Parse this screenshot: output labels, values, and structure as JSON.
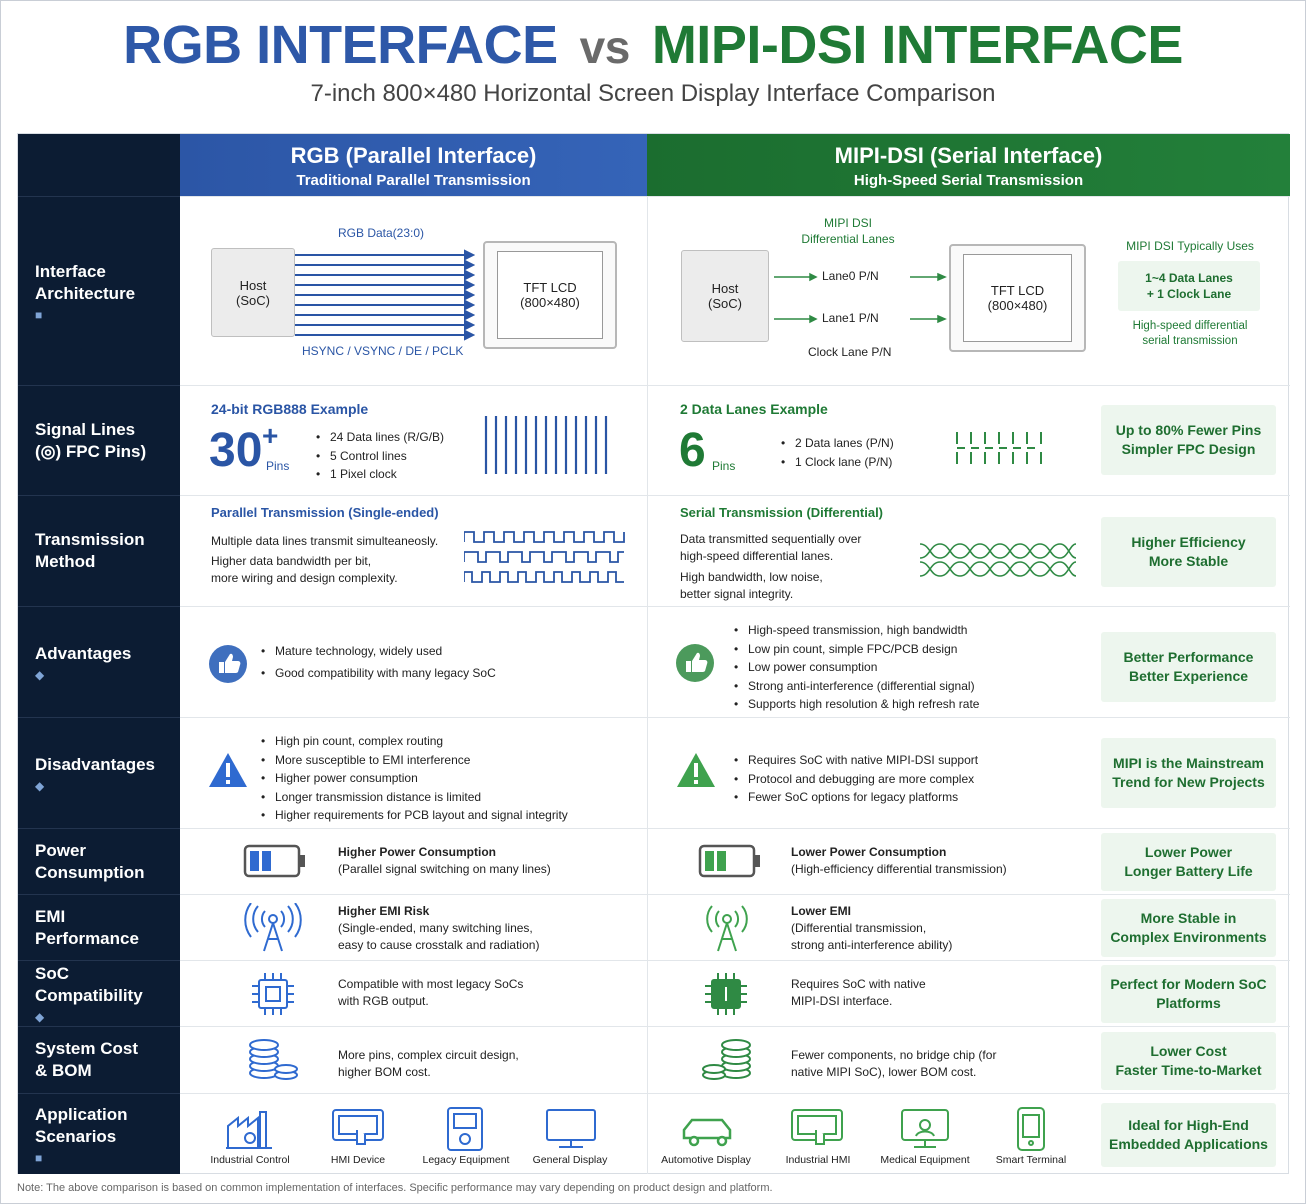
{
  "title": {
    "rgb": "RGB INTERFACE",
    "vs": "vs",
    "mipi": "MIPI-DSI INTERFACE"
  },
  "subtitle": "7-inch 800×480 Horizontal Screen Display Interface Comparison",
  "columns": {
    "rgb": {
      "title": "RGB (Parallel Interface)",
      "subtitle": "Traditional Parallel Transmission"
    },
    "mipi": {
      "title": "MIPI-DSI (Serial Interface)",
      "subtitle": "High-Speed Serial Transmission"
    }
  },
  "rows": {
    "architecture": {
      "label_l1": "Interface",
      "label_l2": "Architecture",
      "rgb": {
        "data_label": "RGB Data(23:0)",
        "host_l1": "Host",
        "host_l2": "(SoC)",
        "lcd_l1": "TFT LCD",
        "lcd_l2": "(800×480)",
        "ctrl_label": "HSYNC / VSYNC / DE / PCLK"
      },
      "mipi": {
        "title_l1": "MIPI DSI",
        "title_l2": "Differential Lanes",
        "host_l1": "Host",
        "host_l2": "(SoC)",
        "lane0": "Lane0 P/N",
        "lane1": "Lane1 P/N",
        "clock": "Clock Lane P/N",
        "lcd_l1": "TFT LCD",
        "lcd_l2": "(800×480)",
        "uses": "MIPI DSI Typically Uses",
        "box_l1": "1~4 Data Lanes",
        "box_l2": "+ 1 Clock Lane",
        "desc_l1": "High-speed differential",
        "desc_l2": "serial transmission"
      }
    },
    "signal": {
      "label_l1": "Signal Lines",
      "label_l2": "FPC Pins)",
      "rgb": {
        "title": "24-bit RGB888 Example",
        "number": "30",
        "plus": "+",
        "unit": "Pins",
        "items": [
          "24 Data lines (R/G/B)",
          "5 Control lines",
          "1 Pixel clock"
        ]
      },
      "mipi": {
        "title": "2 Data Lanes Example",
        "number": "6",
        "unit": "Pins",
        "items": [
          "2 Data lanes (P/N)",
          "1 Clock lane (P/N)"
        ],
        "box_l1": "Up to 80% Fewer Pins",
        "box_l2": "Simpler FPC Design"
      }
    },
    "transmission": {
      "label_l1": "Transmission",
      "label_l2": "Method",
      "rgb": {
        "title": "Parallel Transmission (Single-ended)",
        "lines": [
          "Multiple data lines transmit simulteaneosly.",
          "Higher data bandwidth per bit,",
          "more wiring and design complexity."
        ]
      },
      "mipi": {
        "title": "Serial Transmission (Differential)",
        "lines": [
          "Data transmitted sequentially over",
          "high-speed differential lanes.",
          "High bandwidth, low noise,",
          "better signal integrity."
        ],
        "box_l1": "Higher Efficiency",
        "box_l2": "More Stable"
      }
    },
    "advantages": {
      "label": "Advantages",
      "rgb": {
        "items": [
          "Mature technology, widely used",
          "Good compatibility with many legacy SoC"
        ]
      },
      "mipi": {
        "items": [
          "High-speed transmission, high bandwidth",
          "Low pin count, simple FPC/PCB design",
          "Low power consumption",
          "Strong anti-interference (differential signal)",
          "Supports high resolution & high refresh rate"
        ],
        "box_l1": "Better Performance",
        "box_l2": "Better Experience"
      }
    },
    "disadvantages": {
      "label": "Disadvantages",
      "rgb": {
        "items": [
          "High pin count, complex routing",
          "More susceptible to EMI interference",
          "Higher power consumption",
          "Longer transmission distance is limited",
          "Higher requirements for PCB layout and signal integrity"
        ]
      },
      "mipi": {
        "items": [
          "Requires SoC with native MIPI-DSI support",
          "Protocol and debugging are more complex",
          "Fewer SoC options for legacy platforms"
        ],
        "box_l1": "MIPI is the Mainstream",
        "box_l2": "Trend for New Projects"
      }
    },
    "power": {
      "label_l1": "Power",
      "label_l2": "Consumption",
      "rgb": {
        "title": "Higher Power Consumption",
        "desc": "(Parallel signal switching on many lines)"
      },
      "mipi": {
        "title": "Lower Power Consumption",
        "desc": "(High-efficiency differential transmission)",
        "box_l1": "Lower Power",
        "box_l2": "Longer Battery Life"
      }
    },
    "emi": {
      "label_l1": "EMI",
      "label_l2": "Performance",
      "rgb": {
        "title": "Higher EMI Risk",
        "desc_l1": "(Single-ended, many switching lines,",
        "desc_l2": "easy to cause crosstalk and radiation)"
      },
      "mipi": {
        "title": "Lower EMI",
        "desc_l1": "(Differential transmission,",
        "desc_l2": "strong anti-interference ability)",
        "box_l1": "More Stable in",
        "box_l2": "Complex Environments"
      }
    },
    "soc": {
      "label": "SoC Compatibility",
      "rgb": {
        "l1": "Compatible with most legacy SoCs",
        "l2": "with RGB output."
      },
      "mipi": {
        "l1": "Requires SoC with native",
        "l2": "MIPI-DSI interface.",
        "box_l1": "Perfect for Modern SoC",
        "box_l2": "Platforms"
      }
    },
    "cost": {
      "label_l1": "System Cost",
      "label_l2": "& BOM",
      "rgb": {
        "l1": "More pins, complex circuit design,",
        "l2": "higher BOM cost."
      },
      "mipi": {
        "l1": "Fewer components, no bridge chip (for",
        "l2": "native MIPI SoC), lower BOM cost.",
        "box_l1": "Lower Cost",
        "box_l2": "Faster Time-to-Market"
      }
    },
    "scenarios": {
      "label_l1": "Application",
      "label_l2": "Scenarios",
      "rgb": [
        "Industrial Control",
        "HMI Device",
        "Legacy Equipment",
        "General Display"
      ],
      "mipi": [
        "Automotive Display",
        "Industrial HMI",
        "Medical Equipment",
        "Smart Terminal"
      ],
      "box_l1": "Ideal for High-End",
      "box_l2": "Embedded Applications"
    }
  },
  "note": "Note: The above comparison is based on common implementation of interfaces. Specific performance may vary depending on product design and platform.",
  "colors": {
    "rgb_blue": "#2e58a8",
    "mipi_green": "#1f7a35",
    "label_navy": "#0c1c33"
  }
}
